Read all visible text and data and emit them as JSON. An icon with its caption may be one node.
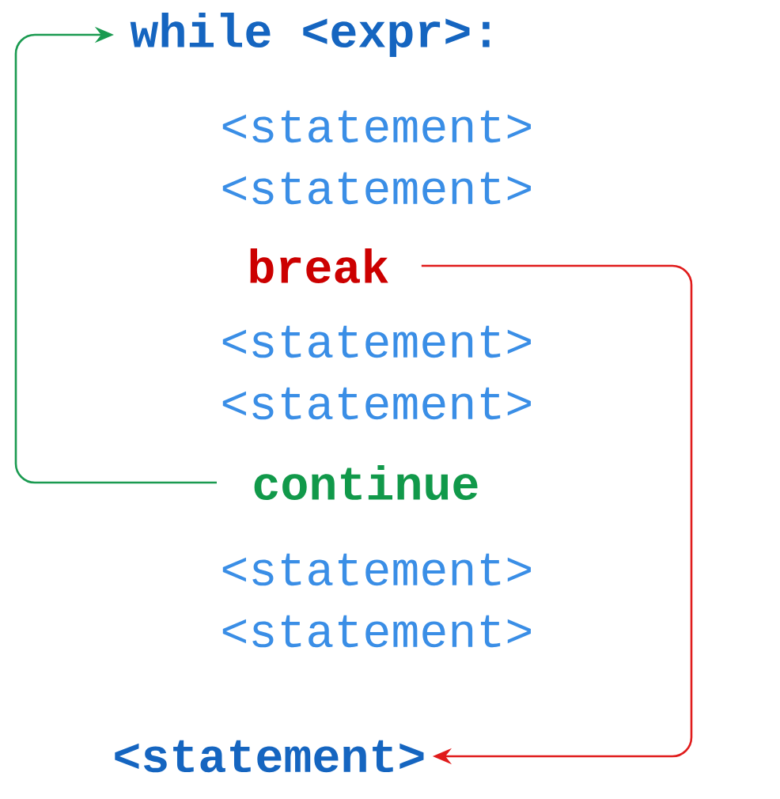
{
  "diagram": {
    "nodes": [
      {
        "text": [
          "while <expr>:"
        ]
      },
      {
        "text": [
          "<statement>"
        ]
      },
      {
        "text": [
          "<statement>"
        ]
      },
      {
        "text": [
          "break"
        ]
      },
      {
        "text": [
          "<statement>"
        ]
      },
      {
        "text": [
          "<statement>"
        ]
      },
      {
        "text": [
          "continue"
        ]
      },
      {
        "text": [
          "<statement>"
        ]
      },
      {
        "text": [
          "<statement>"
        ]
      },
      {
        "text": [
          "<statement>"
        ]
      }
    ],
    "edges": [
      {
        "from": 6,
        "to": 0,
        "arrow": "to",
        "color": "#1a9a50"
      },
      {
        "from": 3,
        "to": 9,
        "arrow": "to",
        "color": "#e01b1b"
      }
    ]
  }
}
